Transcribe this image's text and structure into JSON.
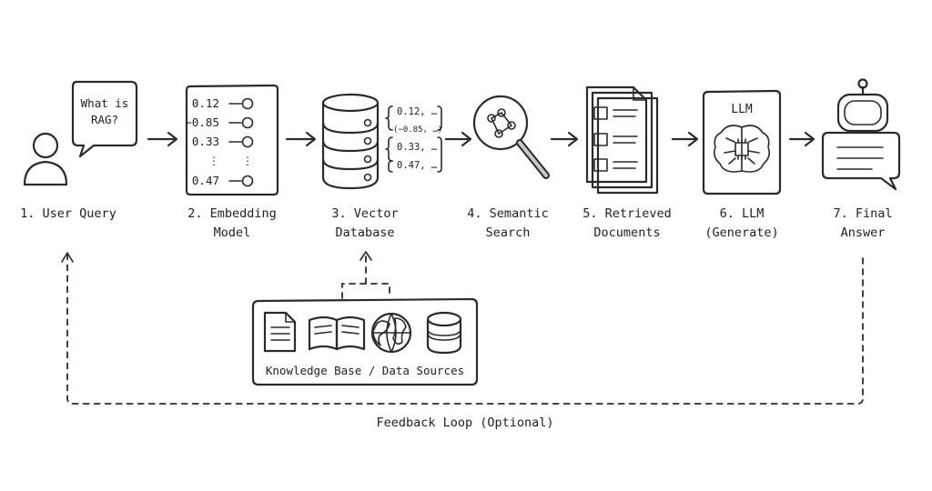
{
  "steps": [
    {
      "line1": "1. User Query",
      "line2": ""
    },
    {
      "line1": "2. Embedding",
      "line2": "Model"
    },
    {
      "line1": "3. Vector",
      "line2": "Database"
    },
    {
      "line1": "4. Semantic",
      "line2": "Search"
    },
    {
      "line1": "5. Retrieved",
      "line2": "Documents"
    },
    {
      "line1": "6. LLM",
      "line2": "(Generate)"
    },
    {
      "line1": "7. Final",
      "line2": "Answer"
    }
  ],
  "query_bubble": {
    "line1": "What is",
    "line2": "RAG?"
  },
  "embedding_values": [
    "0.12",
    "−0.85",
    "0.33",
    "0.47"
  ],
  "vector_values": [
    "0.12, …",
    "(−0.85, …)",
    "0.33, …",
    "0.47, …"
  ],
  "llm_label": "LLM",
  "knowledge_base": "Knowledge Base / Data Sources",
  "feedback": "Feedback Loop (Optional)",
  "colors": {
    "bubble_fill": "#d9ebf7",
    "green_fill": "#d6ead0",
    "node_blue": "#c9d3e0",
    "doc_blue": "#c5d2df",
    "db_gray": "#b9bcc2",
    "robot_gray": "#c8c8c8"
  }
}
